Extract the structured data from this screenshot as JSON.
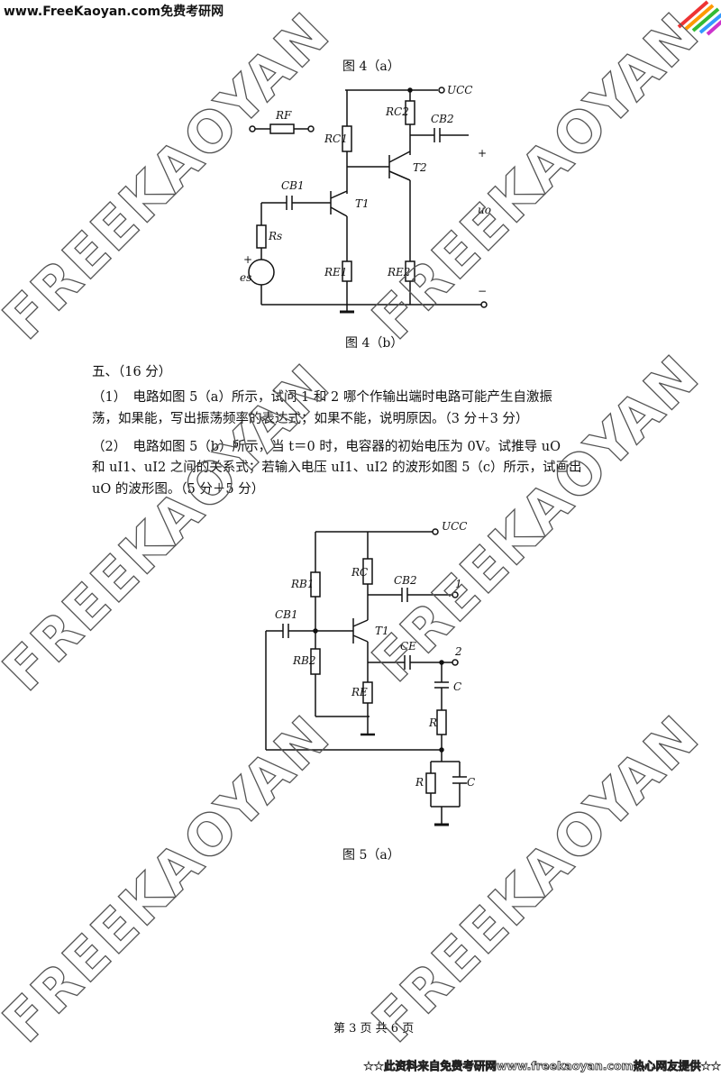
{
  "header": {
    "site": "www.FreeKaoyan.com免费考研网"
  },
  "watermark": "FREEKAOYAN",
  "figures": {
    "fig4a_caption": "图 4（a）",
    "fig4b_caption": "图 4（b）",
    "fig5a_caption": "图 5（a）",
    "fig4b_labels": {
      "ucc": "UCC",
      "rf": "RF",
      "rc1": "RC1",
      "rc2": "RC2",
      "cb2": "CB2",
      "cb1": "CB1",
      "t1": "T1",
      "t2": "T2",
      "rs": "Rs",
      "es": "es",
      "re1": "RE1",
      "re2": "RE2",
      "uo": "uo",
      "plus_out": "+",
      "minus_out": "−",
      "plus_src": "+"
    },
    "fig5a_labels": {
      "ucc": "UCC",
      "rb1": "RB1",
      "rb2": "RB2",
      "rc": "RC",
      "cb1": "CB1",
      "cb2": "CB2",
      "t1": "T1",
      "ce": "CE",
      "re": "RE",
      "c1": "C",
      "r1": "R",
      "r2": "R",
      "c2": "C",
      "n1": "1",
      "n2": "2"
    }
  },
  "question": {
    "title": "五、（16 分）",
    "lines": [
      "（1）　电路如图 5（a）所示，试问 1 和 2 哪个作输出端时电路可能产生自激振",
      "荡，如果能，写出振荡频率的表达式；如果不能，说明原因。（3 分＋3 分）",
      "（2）　电路如图 5（b）所示，当 t＝0 时，电容器的初始电压为 0V。试推导 uO",
      "和 uI1、uI2 之间的关系式；若输入电压 uI1、uI2 的波形如图 5（c）所示，试画出",
      "uO 的波形图。（5 分＋5 分）"
    ]
  },
  "page_number": "第 3 页 共 6 页",
  "footer": "★★此资料来自免费考研网www.freekaoyan.com热心网友提供★★"
}
